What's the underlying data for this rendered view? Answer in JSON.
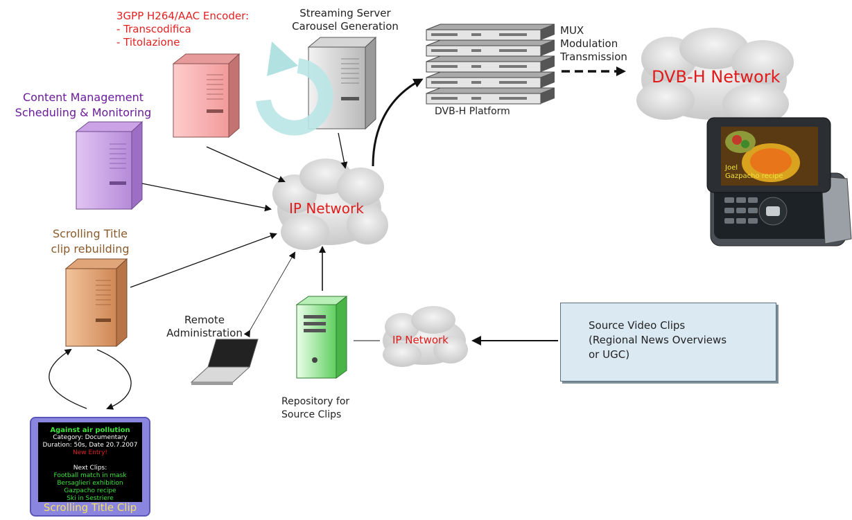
{
  "labels": {
    "encoder": [
      "3GPP H264/AAC Encoder:",
      "- Transcodifica",
      "- Titolazione"
    ],
    "streaming": [
      "Streaming Server",
      "Carousel Generation"
    ],
    "mux": [
      "MUX",
      "Modulation",
      "Transmission"
    ],
    "platform": "DVB-H Platform",
    "content_mgmt": [
      "Content Management",
      "Scheduling & Monitoring"
    ],
    "scrolling": [
      "Scrolling Title",
      "clip rebuilding"
    ],
    "remote": [
      "Remote",
      "Administration"
    ],
    "repository": [
      "Repository for",
      "Source Clips"
    ],
    "source_clips": [
      "Source Video Clips",
      "(Regional News Overviews",
      " or UGC)"
    ]
  },
  "clouds": {
    "ip_main": "IP Network",
    "ip_small": "IP Network",
    "dvbh": "DVB-H Network"
  },
  "phone": {
    "line1": "Joel",
    "line2": "Gazpacho recipe"
  },
  "clip": {
    "heading": "Against air pollution",
    "category": "Category: Documentary",
    "duration": "Duration: 50s, Date 20.7.2007",
    "new_entry": "New Entry!",
    "next": "Next Clips:",
    "items": [
      "Football match in mask",
      "Bersaglieri exhibition",
      "Gazpacho recipe",
      "Ski in Sestriere"
    ],
    "title": "Scrolling Title Clip"
  },
  "colors": {
    "red_text": "#e32020",
    "purple_text": "#6a1b9a",
    "brown_text": "#8a5a2b"
  }
}
